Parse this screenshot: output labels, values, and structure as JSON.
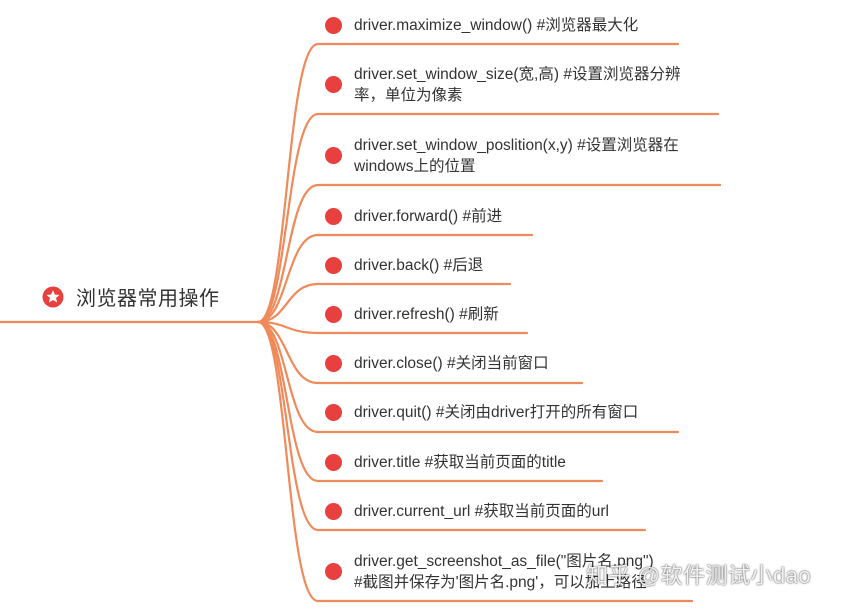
{
  "colors": {
    "line": "#ef8a5a",
    "dot": "#e8403e",
    "root_icon": "#e8403e",
    "text": "#333333"
  },
  "root": {
    "icon": "star-badge-icon",
    "label": "浏览器常用操作"
  },
  "branches": [
    {
      "lines": [
        "driver.maximize_window()  #浏览器最大化"
      ]
    },
    {
      "lines": [
        "driver.set_window_size(宽,高)  #设置浏览器分辨",
        "率，单位为像素"
      ]
    },
    {
      "lines": [
        "driver.set_window_poslition(x,y)  #设置浏览器在",
        "windows上的位置"
      ]
    },
    {
      "lines": [
        "driver.forward()  #前进"
      ]
    },
    {
      "lines": [
        "driver.back()  #后退"
      ]
    },
    {
      "lines": [
        "driver.refresh()  #刷新"
      ]
    },
    {
      "lines": [
        "driver.close()  #关闭当前窗口"
      ]
    },
    {
      "lines": [
        "driver.quit()  #关闭由driver打开的所有窗口"
      ]
    },
    {
      "lines": [
        "driver.title  #获取当前页面的title"
      ]
    },
    {
      "lines": [
        "driver.current_url  #获取当前页面的url"
      ]
    },
    {
      "lines": [
        "driver.get_screenshot_as_file(\"图片名.png\")",
        "#截图并保存为'图片名.png'，可以加上路径"
      ]
    }
  ],
  "watermark": "知乎 @软件测试小dao"
}
